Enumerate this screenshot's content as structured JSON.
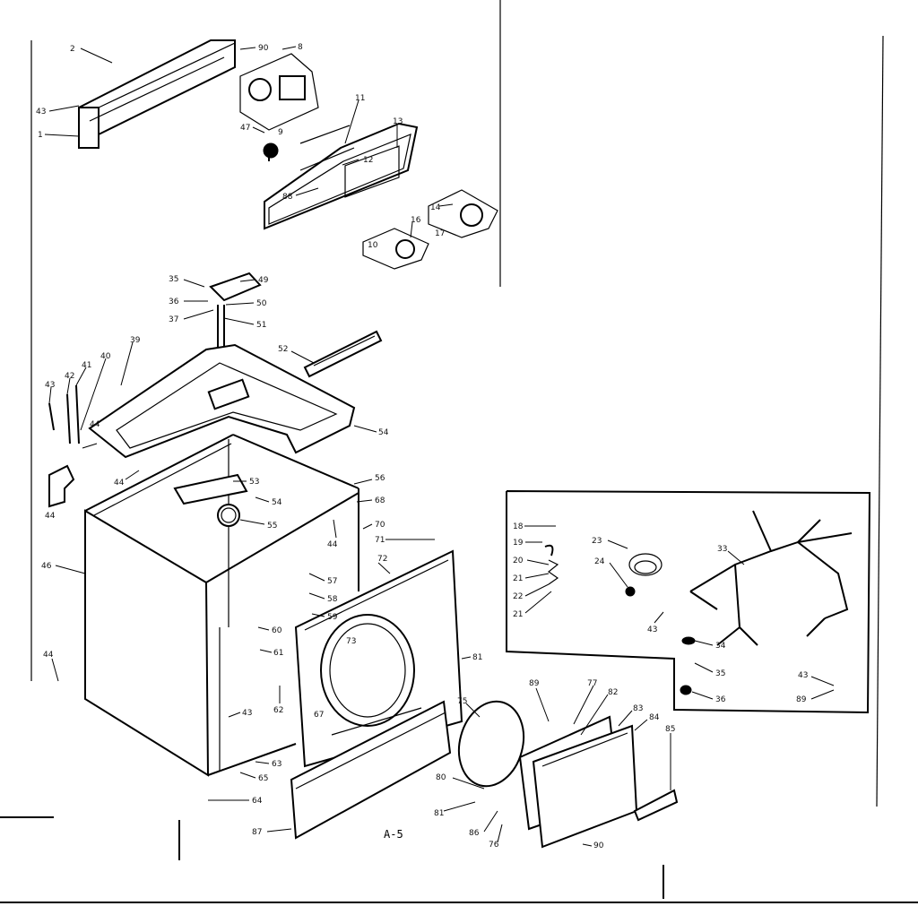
{
  "diagram": {
    "caption": "A-5",
    "callouts": [
      {
        "id": "c1",
        "text": "2"
      },
      {
        "id": "c2",
        "text": "43"
      },
      {
        "id": "c3",
        "text": "1"
      },
      {
        "id": "c4",
        "text": "90"
      },
      {
        "id": "c5",
        "text": "8"
      },
      {
        "id": "c6",
        "text": "47"
      },
      {
        "id": "c7",
        "text": "9"
      },
      {
        "id": "c8",
        "text": "11"
      },
      {
        "id": "c9",
        "text": "12"
      },
      {
        "id": "c10",
        "text": "13"
      },
      {
        "id": "c11",
        "text": "88"
      },
      {
        "id": "c12",
        "text": "14"
      },
      {
        "id": "c13",
        "text": "17"
      },
      {
        "id": "c14",
        "text": "10"
      },
      {
        "id": "c15",
        "text": "16"
      },
      {
        "id": "c16",
        "text": "35"
      },
      {
        "id": "c17",
        "text": "36"
      },
      {
        "id": "c18",
        "text": "37"
      },
      {
        "id": "c19",
        "text": "49"
      },
      {
        "id": "c20",
        "text": "50"
      },
      {
        "id": "c21",
        "text": "51"
      },
      {
        "id": "c22",
        "text": "39"
      },
      {
        "id": "c23",
        "text": "52"
      },
      {
        "id": "c24",
        "text": "43"
      },
      {
        "id": "c25",
        "text": "42"
      },
      {
        "id": "c26",
        "text": "41"
      },
      {
        "id": "c27",
        "text": "40"
      },
      {
        "id": "c28",
        "text": "54"
      },
      {
        "id": "c29",
        "text": "44"
      },
      {
        "id": "c30",
        "text": "44"
      },
      {
        "id": "c31",
        "text": "44"
      },
      {
        "id": "c32",
        "text": "53"
      },
      {
        "id": "c33",
        "text": "54"
      },
      {
        "id": "c34",
        "text": "55"
      },
      {
        "id": "c35",
        "text": "56"
      },
      {
        "id": "c36",
        "text": "68"
      },
      {
        "id": "c37",
        "text": "70"
      },
      {
        "id": "c38",
        "text": "71"
      },
      {
        "id": "c39",
        "text": "44"
      },
      {
        "id": "c40",
        "text": "72"
      },
      {
        "id": "c41",
        "text": "57"
      },
      {
        "id": "c42",
        "text": "58"
      },
      {
        "id": "c43",
        "text": "59"
      },
      {
        "id": "c44",
        "text": "46"
      },
      {
        "id": "c45",
        "text": "44"
      },
      {
        "id": "c46",
        "text": "60"
      },
      {
        "id": "c47",
        "text": "61"
      },
      {
        "id": "c48",
        "text": "62"
      },
      {
        "id": "c49",
        "text": "73"
      },
      {
        "id": "c50",
        "text": "67"
      },
      {
        "id": "c51",
        "text": "81"
      },
      {
        "id": "c52",
        "text": "43"
      },
      {
        "id": "c53",
        "text": "63"
      },
      {
        "id": "c54",
        "text": "65"
      },
      {
        "id": "c55",
        "text": "64"
      },
      {
        "id": "c56",
        "text": "87"
      },
      {
        "id": "c57",
        "text": "75"
      },
      {
        "id": "c58",
        "text": "89"
      },
      {
        "id": "c59",
        "text": "77"
      },
      {
        "id": "c60",
        "text": "82"
      },
      {
        "id": "c61",
        "text": "83"
      },
      {
        "id": "c62",
        "text": "84"
      },
      {
        "id": "c63",
        "text": "85"
      },
      {
        "id": "c64",
        "text": "80"
      },
      {
        "id": "c65",
        "text": "81"
      },
      {
        "id": "c66",
        "text": "86"
      },
      {
        "id": "c67",
        "text": "76"
      },
      {
        "id": "c68",
        "text": "90"
      },
      {
        "id": "c69",
        "text": "18"
      },
      {
        "id": "c70",
        "text": "19"
      },
      {
        "id": "c71",
        "text": "20"
      },
      {
        "id": "c72",
        "text": "21"
      },
      {
        "id": "c73",
        "text": "22"
      },
      {
        "id": "c74",
        "text": "21"
      },
      {
        "id": "c75",
        "text": "23"
      },
      {
        "id": "c76",
        "text": "24"
      },
      {
        "id": "c77",
        "text": "43"
      },
      {
        "id": "c78",
        "text": "33"
      },
      {
        "id": "c79",
        "text": "34"
      },
      {
        "id": "c80",
        "text": "35"
      },
      {
        "id": "c81",
        "text": "36"
      },
      {
        "id": "c82",
        "text": "43"
      },
      {
        "id": "c83",
        "text": "89"
      }
    ]
  }
}
